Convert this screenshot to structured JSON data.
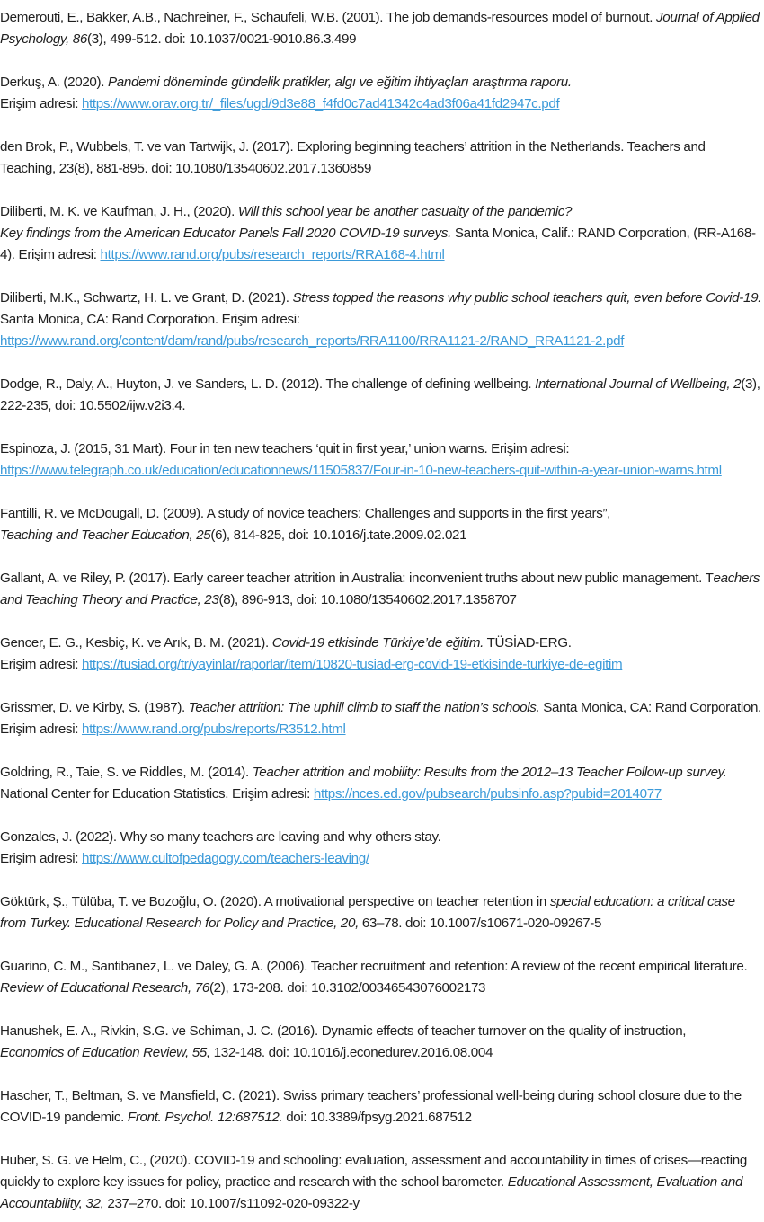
{
  "colors": {
    "text": "#1f1f1f",
    "link": "#3b9ad9",
    "background": "#ffffff"
  },
  "references": [
    {
      "parts": [
        {
          "t": "Demerouti, E., Bakker, A.B., Nachreiner, F., Schaufeli, W.B. (2001). The job demands-resources model of burnout. "
        },
        {
          "t": "Journal of Applied Psychology, 86",
          "s": "i"
        },
        {
          "t": "(3), 499-512. doi: 10.1037/0021-9010.86.3.499"
        }
      ]
    },
    {
      "parts": [
        {
          "t": "Derkuş, A. (2020). "
        },
        {
          "t": "Pandemi döneminde gündelik pratikler, algı ve eğitim ihtiyaçları araştırma raporu.",
          "s": "i"
        },
        {
          "t": "br",
          "s": "br"
        },
        {
          "t": "Erişim adresi: "
        },
        {
          "t": "https://www.orav.org.tr/_files/ugd/9d3e88_f4fd0c7ad41342c4ad3f06a41fd2947c.pdf",
          "s": "a"
        }
      ]
    },
    {
      "parts": [
        {
          "t": "den Brok, P., Wubbels, T. ve van Tartwijk, J. (2017). Exploring beginning teachers’ attrition in the Netherlands. Teachers and Teaching, 23(8), 881-895. doi: 10.1080/13540602.2017.1360859"
        }
      ]
    },
    {
      "parts": [
        {
          "t": "Diliberti, M. K. ve Kaufman, J. H., (2020). "
        },
        {
          "t": "Will this school year be another casualty of the pandemic?",
          "s": "i"
        },
        {
          "t": "br",
          "s": "br"
        },
        {
          "t": "Key findings from the American Educator Panels Fall 2020 COVID-19 surveys.",
          "s": "i"
        },
        {
          "t": " Santa Monica, Calif.: RAND Corporation, (RR-A168-4). Erişim adresi: "
        },
        {
          "t": "https://www.rand.org/pubs/research_reports/RRA168-4.html",
          "s": "a"
        }
      ]
    },
    {
      "parts": [
        {
          "t": "Diliberti, M.K., Schwartz, H. L. ve Grant, D. (2021). "
        },
        {
          "t": "Stress topped the reasons why public school teachers quit, even before Covid-19.",
          "s": "i"
        },
        {
          "t": " Santa Monica, CA: Rand Corporation. Erişim adresi:"
        },
        {
          "t": "br",
          "s": "br"
        },
        {
          "t": "https://www.rand.org/content/dam/rand/pubs/research_reports/RRA1100/RRA1121-2/RAND_RRA1121-2.pdf",
          "s": "a"
        }
      ]
    },
    {
      "parts": [
        {
          "t": "Dodge, R., Daly, A., Huyton, J. ve Sanders, L. D. (2012). The challenge of defining wellbeing. "
        },
        {
          "t": "International Journal of Wellbeing, 2",
          "s": "i"
        },
        {
          "t": "(3), 222-235, doi: 10.5502/ijw.v2i3.4."
        }
      ]
    },
    {
      "parts": [
        {
          "t": "Espinoza, J. (2015, 31 Mart). Four in ten new teachers ‘quit in first year,’ union warns. Erişim adresi:"
        },
        {
          "t": "br",
          "s": "br"
        },
        {
          "t": "https://www.telegraph.co.uk/education/educationnews/11505837/Four-in-10-new-teachers-quit-within-a-year-union-warns.html",
          "s": "a"
        }
      ]
    },
    {
      "parts": [
        {
          "t": "Fantilli, R. ve McDougall, D. (2009). A study of novice teachers: Challenges and supports in the first years”,"
        },
        {
          "t": "br",
          "s": "br"
        },
        {
          "t": "Teaching and Teacher Education, 25",
          "s": "i"
        },
        {
          "t": "(6), 814-825, doi: 10.1016/j.tate.2009.02.021"
        }
      ]
    },
    {
      "parts": [
        {
          "t": "Gallant, A. ve Riley, P. (2017). Early career teacher attrition in Australia: inconvenient truths about new public management. T"
        },
        {
          "t": "eachers and Teaching Theory and Practice, 23",
          "s": "i"
        },
        {
          "t": "(8), 896-913, doi: 10.1080/13540602.2017.1358707"
        }
      ]
    },
    {
      "parts": [
        {
          "t": "Gencer, E. G., Kesbiç, K. ve Arık, B. M. (2021). "
        },
        {
          "t": "Covid-19 etkisinde Türkiye’de eğitim.",
          "s": "i"
        },
        {
          "t": " TÜSİAD-ERG."
        },
        {
          "t": "br",
          "s": "br"
        },
        {
          "t": "Erişim adresi: "
        },
        {
          "t": "https://tusiad.org/tr/yayinlar/raporlar/item/10820-tusiad-erg-covid-19-etkisinde-turkiye-de-egitim",
          "s": "a"
        }
      ]
    },
    {
      "parts": [
        {
          "t": "Grissmer, D. ve Kirby, S. (1987). "
        },
        {
          "t": "Teacher attrition: The uphill climb to staff the nation’s schools.",
          "s": "i"
        },
        {
          "t": " Santa Monica, CA: Rand Corporation. Erişim adresi: "
        },
        {
          "t": "https://www.rand.org/pubs/reports/R3512.html",
          "s": "a"
        }
      ]
    },
    {
      "parts": [
        {
          "t": "Goldring, R., Taie, S. ve Riddles, M. (2014). "
        },
        {
          "t": "Teacher attrition and mobility: Results from the 2012–13 Teacher Follow-up survey.",
          "s": "i"
        },
        {
          "t": " National Center for Education Statistics. Erişim adresi: "
        },
        {
          "t": "https://nces.ed.gov/pubsearch/pubsinfo.asp?pubid=2014077",
          "s": "a"
        }
      ]
    },
    {
      "parts": [
        {
          "t": "Gonzales, J. (2022). Why so many teachers are leaving and why others stay."
        },
        {
          "t": "br",
          "s": "br"
        },
        {
          "t": "Erişim adresi: "
        },
        {
          "t": "https://www.cultofpedagogy.com/teachers-leaving/",
          "s": "a"
        }
      ]
    },
    {
      "parts": [
        {
          "t": "Göktürk, Ş., Tülüba, T. ve Bozoğlu, O. (2020). A motivational perspective on teacher retention in "
        },
        {
          "t": "special education: a critical case from Turkey. Educational Research for Policy and Practice, 20,",
          "s": "i"
        },
        {
          "t": " 63–78. doi: 10.1007/s10671-020-09267-5"
        }
      ]
    },
    {
      "parts": [
        {
          "t": "Guarino, C. M., Santibanez, L. ve Daley, G. A. (2006). Teacher recruitment and retention: A review of the recent empirical literature. "
        },
        {
          "t": "Review of Educational Research, 76",
          "s": "i"
        },
        {
          "t": "(2), 173-208. doi: 10.3102/00346543076002173"
        }
      ]
    },
    {
      "parts": [
        {
          "t": "Hanushek, E. A., Rivkin, S.G. ve Schiman, J. C. (2016). Dynamic effects of teacher turnover on the quality of instruction,"
        },
        {
          "t": "br",
          "s": "br"
        },
        {
          "t": "Economics of Education Review, 55,",
          "s": "i"
        },
        {
          "t": " 132-148. doi: 10.1016/j.econedurev.2016.08.004"
        }
      ]
    },
    {
      "parts": [
        {
          "t": "Hascher, T., Beltman, S. ve Mansfield, C. (2021). Swiss primary teachers’ professional well-being during school closure due to the COVID-19 pandemic. "
        },
        {
          "t": "Front. Psychol. 12:687512.",
          "s": "i"
        },
        {
          "t": " doi: 10.3389/fpsyg.2021.687512"
        }
      ]
    },
    {
      "parts": [
        {
          "t": "Huber, S. G. ve Helm, C., (2020). COVID-19 and schooling: evaluation, assessment and accountability in times of crises—reacting quickly to explore key issues for policy, practice and research with the school barometer. "
        },
        {
          "t": "Educational Assessment, Evaluation and Accountability, 32,",
          "s": "i"
        },
        {
          "t": " 237–270. doi: 10.1007/s11092-020-09322-y"
        }
      ]
    }
  ]
}
